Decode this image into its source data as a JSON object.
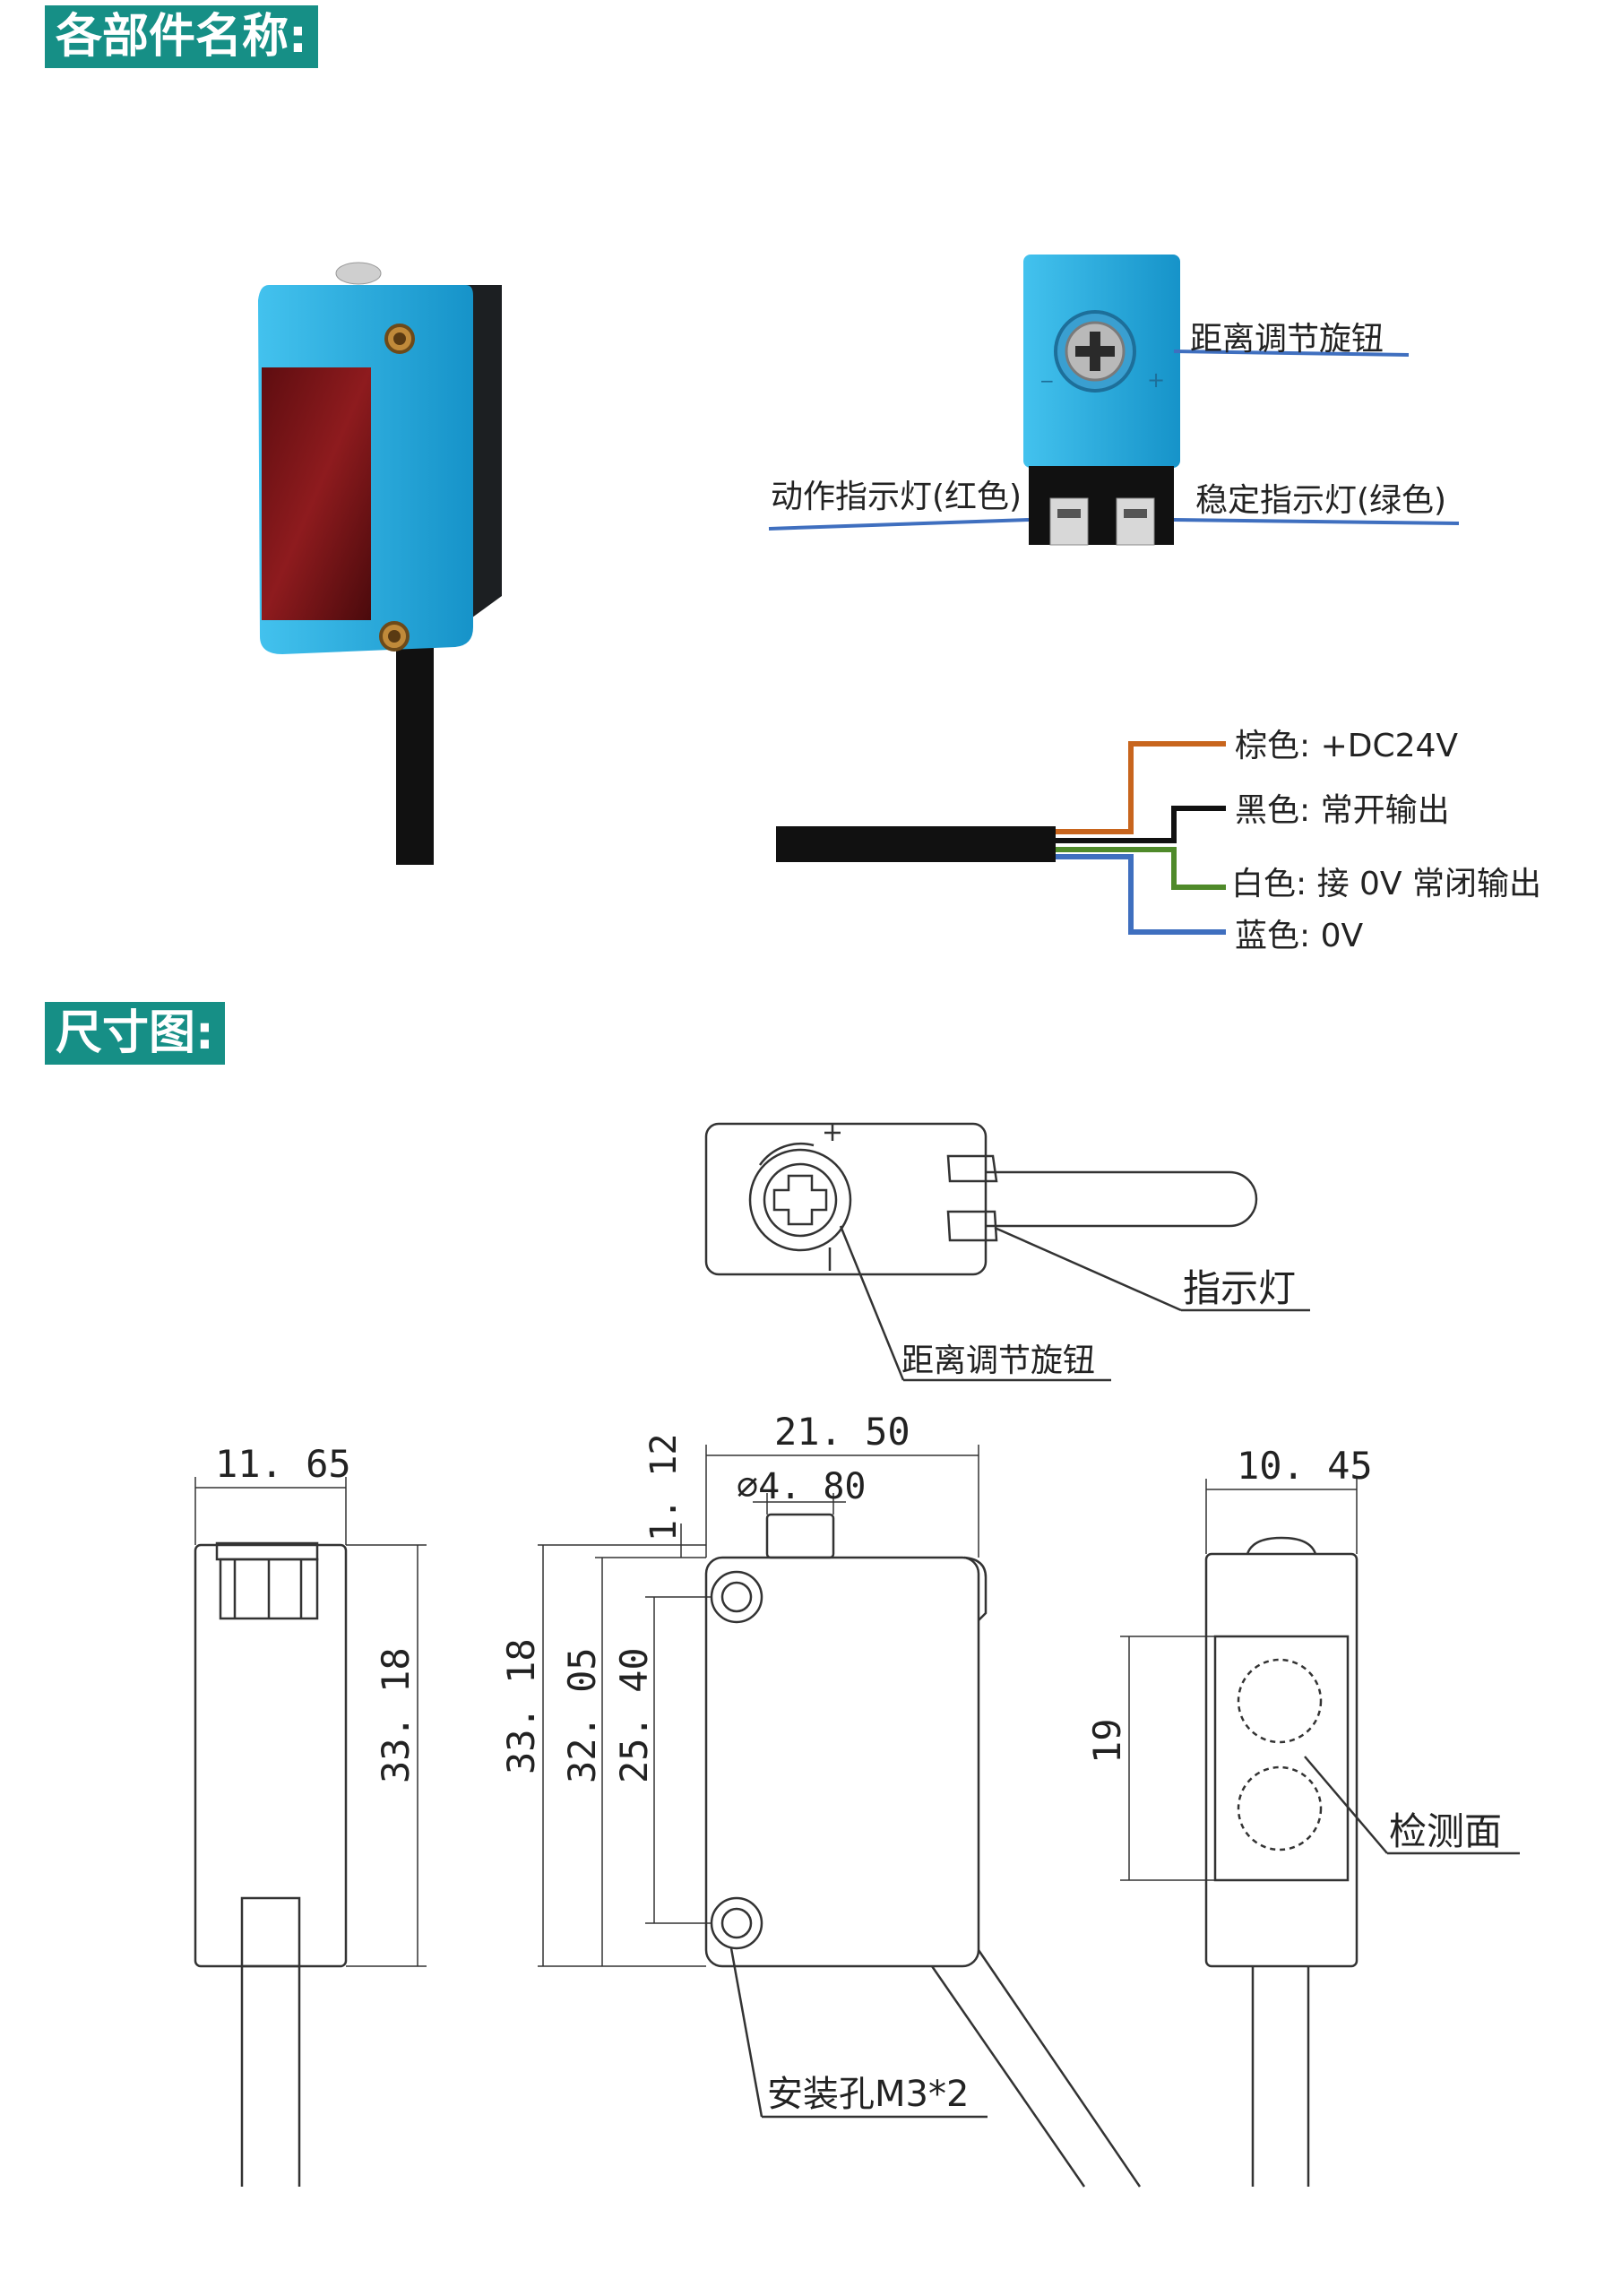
{
  "sections": {
    "parts": {
      "title": "各部件名称:"
    },
    "dimensions": {
      "title": "尺寸图:"
    }
  },
  "parts": {
    "distance_knob": "距离调节旋钮",
    "action_led": "动作指示灯(红色)",
    "stable_led": "稳定指示灯(绿色)"
  },
  "wires": {
    "brown": "棕色: +DC24V",
    "black": "黑色:  常开输出",
    "white": "白色:  接 0V 常闭输出",
    "blue": "蓝色:  0V"
  },
  "drawing": {
    "indicator_light": "指示灯",
    "distance_knob": "距离调节旋钮",
    "detection_surface": "检测面",
    "mounting_hole": "安装孔M3*2",
    "dims": {
      "left_width": "11. 65",
      "left_height": "33. 18",
      "front_width": "21. 50",
      "front_offset": "1. 12",
      "front_dia": "⌀4. 80",
      "front_h1": "33. 18",
      "front_h2": "32. 05",
      "front_h3": "25. 40",
      "right_width": "10. 45",
      "right_face": "19"
    }
  },
  "colors": {
    "header": "#168f86",
    "leader_blue": "#3f6fbf",
    "wire_brown": "#c8651d",
    "wire_black": "#111111",
    "wire_green": "#4f8a2a",
    "wire_blue": "#3f6fbf",
    "sensor_body": "#1ea8dc"
  }
}
